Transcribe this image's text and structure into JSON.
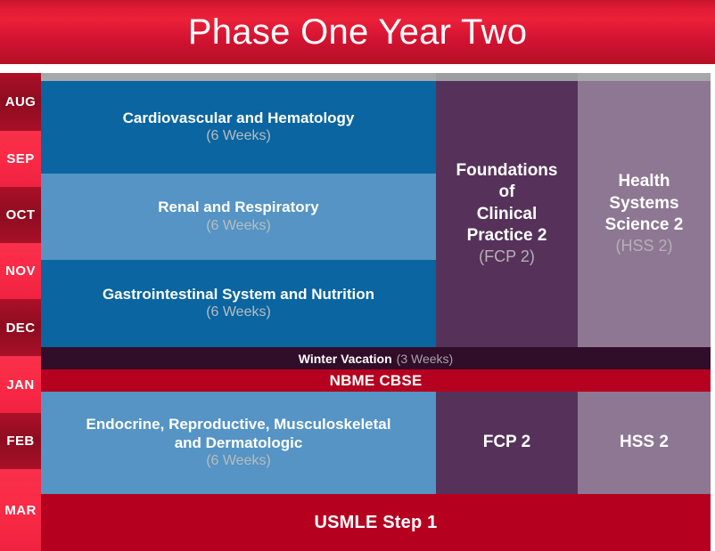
{
  "header": {
    "title": "Phase One Year Two",
    "bg_gradient_top": "#e01b35",
    "bg_gradient_bottom": "#b40f26"
  },
  "months": [
    {
      "label": "AUG",
      "tone": "dark"
    },
    {
      "label": "SEP",
      "tone": "bright"
    },
    {
      "label": "OCT",
      "tone": "dark"
    },
    {
      "label": "NOV",
      "tone": "bright"
    },
    {
      "label": "DEC",
      "tone": "dark"
    },
    {
      "label": "JAN",
      "tone": "bright"
    },
    {
      "label": "FEB",
      "tone": "dark"
    },
    {
      "label": "MAR",
      "tone": "bright"
    }
  ],
  "courses": [
    {
      "title": "Cardiovascular and Hematology",
      "duration": "(6 Weeks)",
      "color": "#0a65a0"
    },
    {
      "title": "Renal and Respiratory",
      "duration": "(6 Weeks)",
      "color": "#5594c4"
    },
    {
      "title": "Gastrointestinal System and Nutrition",
      "duration": "(6 Weeks)",
      "color": "#0a65a0"
    },
    {
      "title": "Endocrine, Reproductive, Musculoskeletal and Dermatologic",
      "title_line1": "Endocrine, Reproductive, Musculoskeletal",
      "title_line2": "and Dermatologic",
      "duration": "(6 Weeks)",
      "color": "#5594c4"
    }
  ],
  "side_columns": {
    "fcp": {
      "full_title": "Foundations of Clinical Practice 2",
      "line1": "Foundations",
      "line2": "of",
      "line3": "Clinical",
      "line4": "Practice 2",
      "abbrev": "(FCP 2)",
      "short_label": "FCP 2",
      "color": "#56325a"
    },
    "hss": {
      "full_title": "Health Systems Science 2",
      "line1": "Health",
      "line2": "Systems",
      "line3": "Science 2",
      "abbrev": "(HSS 2)",
      "short_label": "HSS 2",
      "color": "#8e7792"
    }
  },
  "bands": {
    "vacation": {
      "title": "Winter Vacation",
      "duration": "(3 Weeks)",
      "color": "#300d28"
    },
    "nbme": {
      "label": "NBME CBSE",
      "color": "#b5011f"
    },
    "usmle": {
      "label": "USMLE Step 1",
      "color": "#b5011f"
    }
  }
}
